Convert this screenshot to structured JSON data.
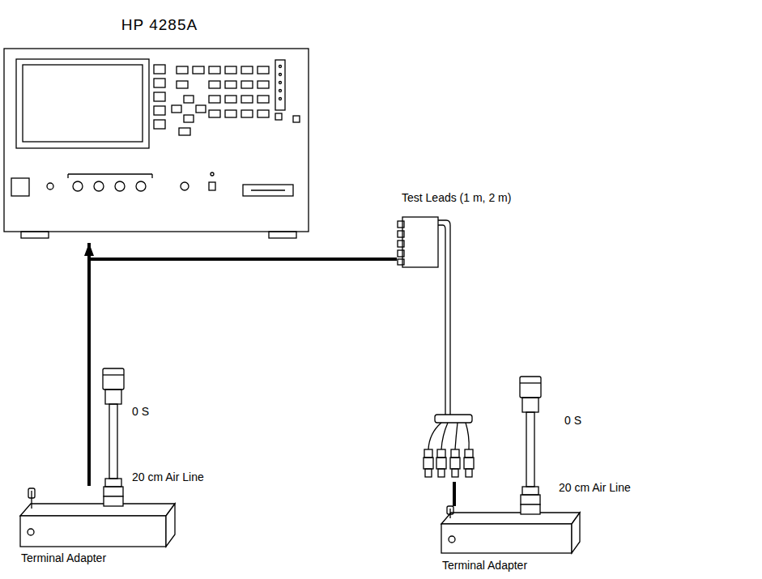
{
  "diagram": {
    "nodes": [
      {
        "text": [
          "HP 4285A"
        ]
      },
      {
        "text": [
          "Test Leads (1 m, 2 m)"
        ]
      },
      {
        "text": [
          "Terminal Adapter"
        ]
      },
      {
        "text": [
          "Terminal Adapter"
        ]
      }
    ],
    "edges": [
      {
        "from": 2,
        "to": 0,
        "arrow": "to"
      },
      {
        "from": 1,
        "to": 0,
        "arrow": "none"
      },
      {
        "from": 3,
        "to": 1,
        "arrow": "none"
      }
    ],
    "labels": [
      "0 S",
      "20 cm Air Line",
      "0 S",
      "20 cm Air Line"
    ]
  }
}
